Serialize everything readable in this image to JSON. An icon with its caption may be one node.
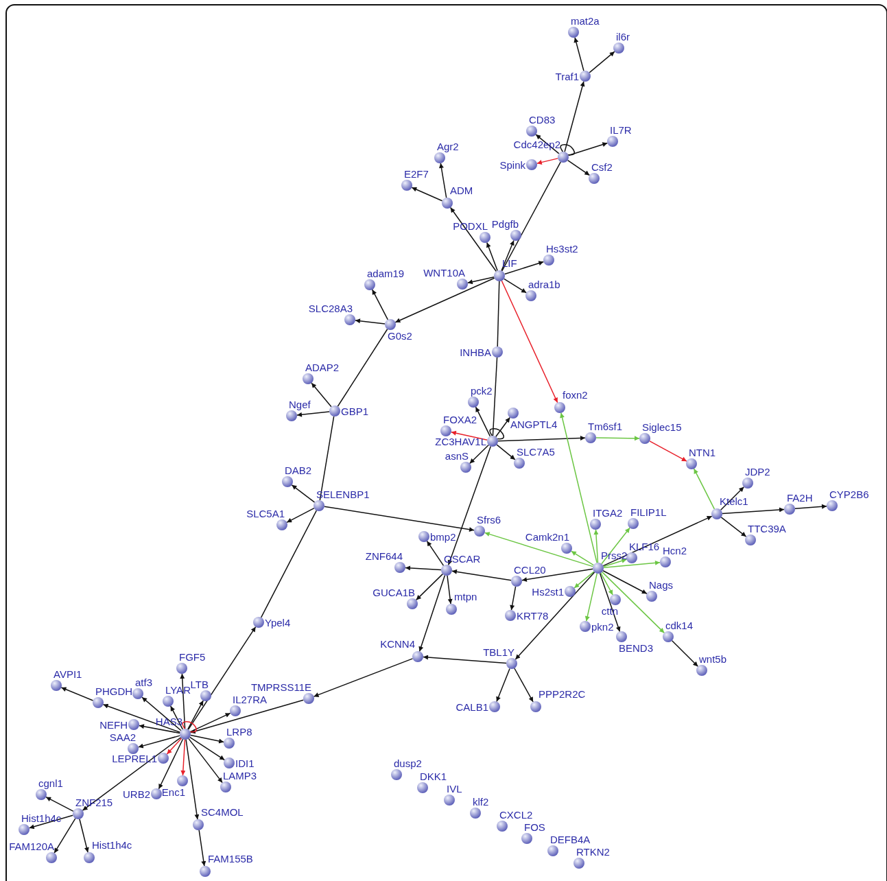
{
  "diagram": {
    "nodes": [
      {
        "text": [
          "mat2a"
        ]
      },
      {
        "text": [
          "il6r"
        ]
      },
      {
        "text": [
          "Traf1"
        ]
      },
      {
        "text": [
          "CD83"
        ]
      },
      {
        "text": [
          "IL7R"
        ]
      },
      {
        "text": [
          "Cdc42ep2"
        ]
      },
      {
        "text": [
          "Spink"
        ]
      },
      {
        "text": [
          "Csf2"
        ]
      },
      {
        "text": [
          "Agr2"
        ]
      },
      {
        "text": [
          "E2F7"
        ]
      },
      {
        "text": [
          "ADM"
        ]
      },
      {
        "text": [
          "PODXL"
        ]
      },
      {
        "text": [
          "Pdgfb"
        ]
      },
      {
        "text": [
          "Hs3st2"
        ]
      },
      {
        "text": [
          "LIF"
        ]
      },
      {
        "text": [
          "WNT10A"
        ]
      },
      {
        "text": [
          "adra1b"
        ]
      },
      {
        "text": [
          "adam19"
        ]
      },
      {
        "text": [
          "SLC28A3"
        ]
      },
      {
        "text": [
          "G0s2"
        ]
      },
      {
        "text": [
          "INHBA"
        ]
      },
      {
        "text": [
          "ADAP2"
        ]
      },
      {
        "text": [
          "Ngef"
        ]
      },
      {
        "text": [
          "GBP1"
        ]
      },
      {
        "text": [
          "pck2"
        ]
      },
      {
        "text": [
          "ANGPTL4"
        ]
      },
      {
        "text": [
          "foxn2"
        ]
      },
      {
        "text": [
          "FOXA2"
        ]
      },
      {
        "text": [
          "ZC3HAV1L"
        ]
      },
      {
        "text": [
          "Tm6sf1"
        ]
      },
      {
        "text": [
          "Siglec15"
        ]
      },
      {
        "text": [
          "asnS"
        ]
      },
      {
        "text": [
          "SLC7A5"
        ]
      },
      {
        "text": [
          "NTN1"
        ]
      },
      {
        "text": [
          "DAB2"
        ]
      },
      {
        "text": [
          "SELENBP1"
        ]
      },
      {
        "text": [
          "SLC5A1"
        ]
      },
      {
        "text": [
          "JDP2"
        ]
      },
      {
        "text": [
          "Ktelc1"
        ]
      },
      {
        "text": [
          "FA2H"
        ]
      },
      {
        "text": [
          "CYP2B6"
        ]
      },
      {
        "text": [
          "Sfrs6"
        ]
      },
      {
        "text": [
          "bmp2"
        ]
      },
      {
        "text": [
          "ITGA2"
        ]
      },
      {
        "text": [
          "FILIP1L"
        ]
      },
      {
        "text": [
          "Camk2n1"
        ]
      },
      {
        "text": [
          "KLF16"
        ]
      },
      {
        "text": [
          "Hcn2"
        ]
      },
      {
        "text": [
          "TTC39A"
        ]
      },
      {
        "text": [
          "ZNF644"
        ]
      },
      {
        "text": [
          "OSCAR"
        ]
      },
      {
        "text": [
          "CCL20"
        ]
      },
      {
        "text": [
          "Prss2"
        ]
      },
      {
        "text": [
          "Hs2st1"
        ]
      },
      {
        "text": [
          "Nags"
        ]
      },
      {
        "text": [
          "cttn"
        ]
      },
      {
        "text": [
          "GUCA1B"
        ]
      },
      {
        "text": [
          "mtpn"
        ]
      },
      {
        "text": [
          "KRT78"
        ]
      },
      {
        "text": [
          "pkn2"
        ]
      },
      {
        "text": [
          "BEND3"
        ]
      },
      {
        "text": [
          "cdk14"
        ]
      },
      {
        "text": [
          "wnt5b"
        ]
      },
      {
        "text": [
          "KCNN4"
        ]
      },
      {
        "text": [
          "TBL1Y"
        ]
      },
      {
        "text": [
          "Ypel4"
        ]
      },
      {
        "text": [
          "FGF5"
        ]
      },
      {
        "text": [
          "AVPI1"
        ]
      },
      {
        "text": [
          "atf3"
        ]
      },
      {
        "text": [
          "PHGDH"
        ]
      },
      {
        "text": [
          "LYAR"
        ]
      },
      {
        "text": [
          "LTB"
        ]
      },
      {
        "text": [
          "IL27RA"
        ]
      },
      {
        "text": [
          "TMPRSS11E"
        ]
      },
      {
        "text": [
          "CALB1"
        ]
      },
      {
        "text": [
          "PPP2R2C"
        ]
      },
      {
        "text": [
          "NEFH"
        ]
      },
      {
        "text": [
          "HAS3"
        ]
      },
      {
        "text": [
          "SAA2"
        ]
      },
      {
        "text": [
          "LRP8"
        ]
      },
      {
        "text": [
          "LEPREL1"
        ]
      },
      {
        "text": [
          "IDI1"
        ]
      },
      {
        "text": [
          "Enc1"
        ]
      },
      {
        "text": [
          "URB2"
        ]
      },
      {
        "text": [
          "LAMP3"
        ]
      },
      {
        "text": [
          "dusp2"
        ]
      },
      {
        "text": [
          "DKK1"
        ]
      },
      {
        "text": [
          "cgnl1"
        ]
      },
      {
        "text": [
          "IVL"
        ]
      },
      {
        "text": [
          "ZNF215"
        ]
      },
      {
        "text": [
          "klf2"
        ]
      },
      {
        "text": [
          "SC4MOL"
        ]
      },
      {
        "text": [
          "CXCL2"
        ]
      },
      {
        "text": [
          "Hist1h4c"
        ]
      },
      {
        "text": [
          "FOS"
        ]
      },
      {
        "text": [
          "DEFB4A"
        ]
      },
      {
        "text": [
          "FAM120A"
        ]
      },
      {
        "text": [
          "Hist1h4c"
        ]
      },
      {
        "text": [
          "RTKN2"
        ]
      },
      {
        "text": [
          "FAM155B"
        ]
      }
    ],
    "edges": [
      {
        "from": 2,
        "to": 0,
        "arrow": "to"
      },
      {
        "from": 2,
        "to": 1,
        "arrow": "to"
      },
      {
        "from": 5,
        "to": 2,
        "arrow": "to"
      },
      {
        "from": 5,
        "to": 3,
        "arrow": "to"
      },
      {
        "from": 5,
        "to": 4,
        "arrow": "to"
      },
      {
        "from": 5,
        "to": 6,
        "arrow": "to",
        "color": "#e8202a"
      },
      {
        "from": 5,
        "to": 7,
        "arrow": "to"
      },
      {
        "from": 5,
        "to": 5,
        "arrow": "none"
      },
      {
        "from": 14,
        "to": 5,
        "arrow": "none"
      },
      {
        "from": 10,
        "to": 8,
        "arrow": "to"
      },
      {
        "from": 10,
        "to": 9,
        "arrow": "to"
      },
      {
        "from": 14,
        "to": 10,
        "arrow": "to"
      },
      {
        "from": 14,
        "to": 11,
        "arrow": "to"
      },
      {
        "from": 14,
        "to": 12,
        "arrow": "to"
      },
      {
        "from": 14,
        "to": 13,
        "arrow": "to"
      },
      {
        "from": 14,
        "to": 15,
        "arrow": "to"
      },
      {
        "from": 14,
        "to": 16,
        "arrow": "to"
      },
      {
        "from": 14,
        "to": 19,
        "arrow": "to"
      },
      {
        "from": 14,
        "to": 26,
        "arrow": "to",
        "color": "#e8202a"
      },
      {
        "from": 14,
        "to": 20,
        "arrow": "none"
      },
      {
        "from": 19,
        "to": 17,
        "arrow": "to"
      },
      {
        "from": 19,
        "to": 18,
        "arrow": "to"
      },
      {
        "from": 19,
        "to": 23,
        "arrow": "none"
      },
      {
        "from": 23,
        "to": 21,
        "arrow": "to"
      },
      {
        "from": 23,
        "to": 22,
        "arrow": "to"
      },
      {
        "from": 23,
        "to": 35,
        "arrow": "none"
      },
      {
        "from": 35,
        "to": 34,
        "arrow": "to"
      },
      {
        "from": 35,
        "to": 36,
        "arrow": "to"
      },
      {
        "from": 35,
        "to": 41,
        "arrow": "to"
      },
      {
        "from": 35,
        "to": 65,
        "arrow": "none"
      },
      {
        "from": 20,
        "to": 28,
        "arrow": "none"
      },
      {
        "from": 28,
        "to": 24,
        "arrow": "to"
      },
      {
        "from": 28,
        "to": 25,
        "arrow": "to"
      },
      {
        "from": 28,
        "to": 27,
        "arrow": "to",
        "color": "#e8202a"
      },
      {
        "from": 28,
        "to": 31,
        "arrow": "to"
      },
      {
        "from": 28,
        "to": 32,
        "arrow": "to"
      },
      {
        "from": 28,
        "to": 29,
        "arrow": "to"
      },
      {
        "from": 28,
        "to": 28,
        "arrow": "none"
      },
      {
        "from": 28,
        "to": 50,
        "arrow": "to"
      },
      {
        "from": 29,
        "to": 30,
        "arrow": "to",
        "color": "#6cc644"
      },
      {
        "from": 30,
        "to": 33,
        "arrow": "to",
        "color": "#e8202a"
      },
      {
        "from": 38,
        "to": 33,
        "arrow": "to",
        "color": "#6cc644"
      },
      {
        "from": 38,
        "to": 37,
        "arrow": "to"
      },
      {
        "from": 38,
        "to": 39,
        "arrow": "to"
      },
      {
        "from": 39,
        "to": 40,
        "arrow": "to"
      },
      {
        "from": 38,
        "to": 48,
        "arrow": "to"
      },
      {
        "from": 52,
        "to": 38,
        "arrow": "to"
      },
      {
        "from": 52,
        "to": 26,
        "arrow": "to",
        "color": "#6cc644"
      },
      {
        "from": 52,
        "to": 41,
        "arrow": "to",
        "color": "#6cc644"
      },
      {
        "from": 52,
        "to": 43,
        "arrow": "to",
        "color": "#6cc644"
      },
      {
        "from": 52,
        "to": 44,
        "arrow": "to",
        "color": "#6cc644"
      },
      {
        "from": 52,
        "to": 45,
        "arrow": "to",
        "color": "#6cc644"
      },
      {
        "from": 52,
        "to": 46,
        "arrow": "to",
        "color": "#6cc644"
      },
      {
        "from": 52,
        "to": 47,
        "arrow": "to",
        "color": "#6cc644"
      },
      {
        "from": 52,
        "to": 53,
        "arrow": "to",
        "color": "#6cc644"
      },
      {
        "from": 52,
        "to": 55,
        "arrow": "to",
        "color": "#6cc644"
      },
      {
        "from": 52,
        "to": 59,
        "arrow": "to",
        "color": "#6cc644"
      },
      {
        "from": 52,
        "to": 61,
        "arrow": "to",
        "color": "#6cc644"
      },
      {
        "from": 52,
        "to": 54,
        "arrow": "to"
      },
      {
        "from": 52,
        "to": 60,
        "arrow": "to"
      },
      {
        "from": 52,
        "to": 51,
        "arrow": "to"
      },
      {
        "from": 52,
        "to": 64,
        "arrow": "to"
      },
      {
        "from": 61,
        "to": 62,
        "arrow": "to"
      },
      {
        "from": 51,
        "to": 50,
        "arrow": "to"
      },
      {
        "from": 51,
        "to": 58,
        "arrow": "to"
      },
      {
        "from": 50,
        "to": 42,
        "arrow": "to"
      },
      {
        "from": 50,
        "to": 49,
        "arrow": "to"
      },
      {
        "from": 50,
        "to": 56,
        "arrow": "to"
      },
      {
        "from": 50,
        "to": 57,
        "arrow": "to"
      },
      {
        "from": 50,
        "to": 63,
        "arrow": "to"
      },
      {
        "from": 64,
        "to": 63,
        "arrow": "to"
      },
      {
        "from": 64,
        "to": 74,
        "arrow": "to"
      },
      {
        "from": 64,
        "to": 75,
        "arrow": "to"
      },
      {
        "from": 63,
        "to": 73,
        "arrow": "to"
      },
      {
        "from": 73,
        "to": 77,
        "arrow": "to"
      },
      {
        "from": 77,
        "to": 66,
        "arrow": "to"
      },
      {
        "from": 77,
        "to": 69,
        "arrow": "to"
      },
      {
        "from": 69,
        "to": 67,
        "arrow": "to"
      },
      {
        "from": 77,
        "to": 68,
        "arrow": "to"
      },
      {
        "from": 77,
        "to": 70,
        "arrow": "to"
      },
      {
        "from": 77,
        "to": 71,
        "arrow": "to"
      },
      {
        "from": 77,
        "to": 65,
        "arrow": "to"
      },
      {
        "from": 77,
        "to": 72,
        "arrow": "to"
      },
      {
        "from": 77,
        "to": 76,
        "arrow": "to"
      },
      {
        "from": 77,
        "to": 78,
        "arrow": "to"
      },
      {
        "from": 77,
        "to": 79,
        "arrow": "to"
      },
      {
        "from": 77,
        "to": 80,
        "arrow": "to",
        "color": "#e8202a"
      },
      {
        "from": 77,
        "to": 81,
        "arrow": "to"
      },
      {
        "from": 77,
        "to": 82,
        "arrow": "to",
        "color": "#e8202a"
      },
      {
        "from": 77,
        "to": 83,
        "arrow": "to"
      },
      {
        "from": 77,
        "to": 84,
        "arrow": "to"
      },
      {
        "from": 77,
        "to": 91,
        "arrow": "to"
      },
      {
        "from": 77,
        "to": 89,
        "arrow": "to"
      },
      {
        "from": 77,
        "to": 77,
        "arrow": "none",
        "color": "#e8202a"
      },
      {
        "from": 91,
        "to": 99,
        "arrow": "to"
      },
      {
        "from": 89,
        "to": 87,
        "arrow": "to"
      },
      {
        "from": 89,
        "to": 93,
        "arrow": "to"
      },
      {
        "from": 89,
        "to": 96,
        "arrow": "to"
      },
      {
        "from": 89,
        "to": 97,
        "arrow": "to"
      }
    ]
  }
}
